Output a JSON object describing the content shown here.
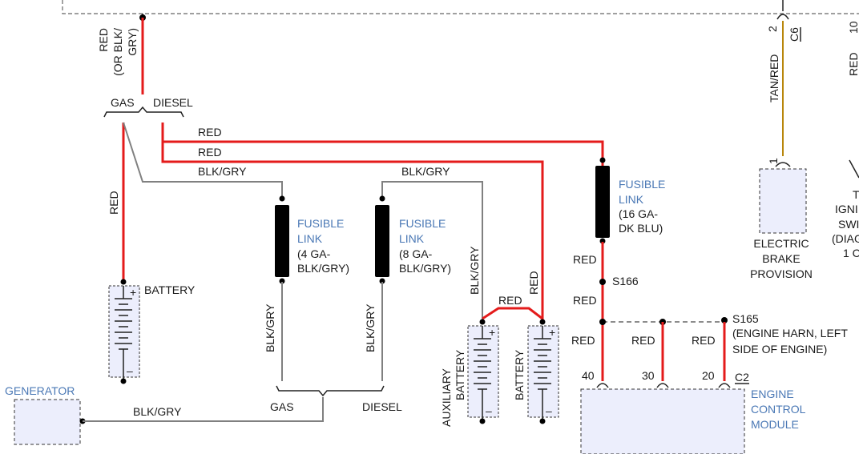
{
  "wires": {
    "top_left_color": "RED",
    "top_left_alt1": "(OR BLK/",
    "top_left_alt2": "GRY)",
    "gas": "GAS",
    "diesel": "DIESEL",
    "red": "RED",
    "blkgry": "BLK/GRY",
    "tan_red": "TAN/RED"
  },
  "fusible_links": [
    {
      "line1": "FUSIBLE",
      "line2": "LINK",
      "line3": "(4 GA-",
      "line4": "BLK/GRY)"
    },
    {
      "line1": "FUSIBLE",
      "line2": "LINK",
      "line3": "(8 GA-",
      "line4": "BLK/GRY)"
    },
    {
      "line1": "FUSIBLE",
      "line2": "LINK",
      "line3": "(16 GA-",
      "line4": "DK BLU)"
    }
  ],
  "components": {
    "battery": "BATTERY",
    "aux_battery_1": "AUXILIARY",
    "aux_battery_2": "BATTERY",
    "battery2": "BATTERY",
    "generator": "GENERATOR",
    "ecm": [
      "ENGINE",
      "CONTROL",
      "MODULE"
    ],
    "ebp": [
      "ELECTRIC",
      "BRAKE",
      "PROVISION"
    ],
    "ign_partial": [
      "T",
      "IGNI",
      "SWI",
      "(DIAG",
      "1 C"
    ]
  },
  "splices": {
    "s166": "S166",
    "s165": "S165",
    "s165_desc1": "(ENGINE HARN, LEFT",
    "s165_desc2": "SIDE OF ENGINE)"
  },
  "connectors": {
    "c2": "C2",
    "c6": "C6",
    "c6_pin": "2",
    "pin_10": "10",
    "ebp_pin": "1",
    "ecm_pins": [
      "40",
      "30",
      "20"
    ]
  },
  "partial_red_right": "RED",
  "battery_terminals": {
    "plus": "+",
    "minus": "–"
  },
  "colors": {
    "red_wire": "#e41b1b",
    "gray_wire": "#808080",
    "tan_wire": "#b8860b",
    "component_fill": "#eceefc",
    "label_blue": "#4a78b5"
  }
}
